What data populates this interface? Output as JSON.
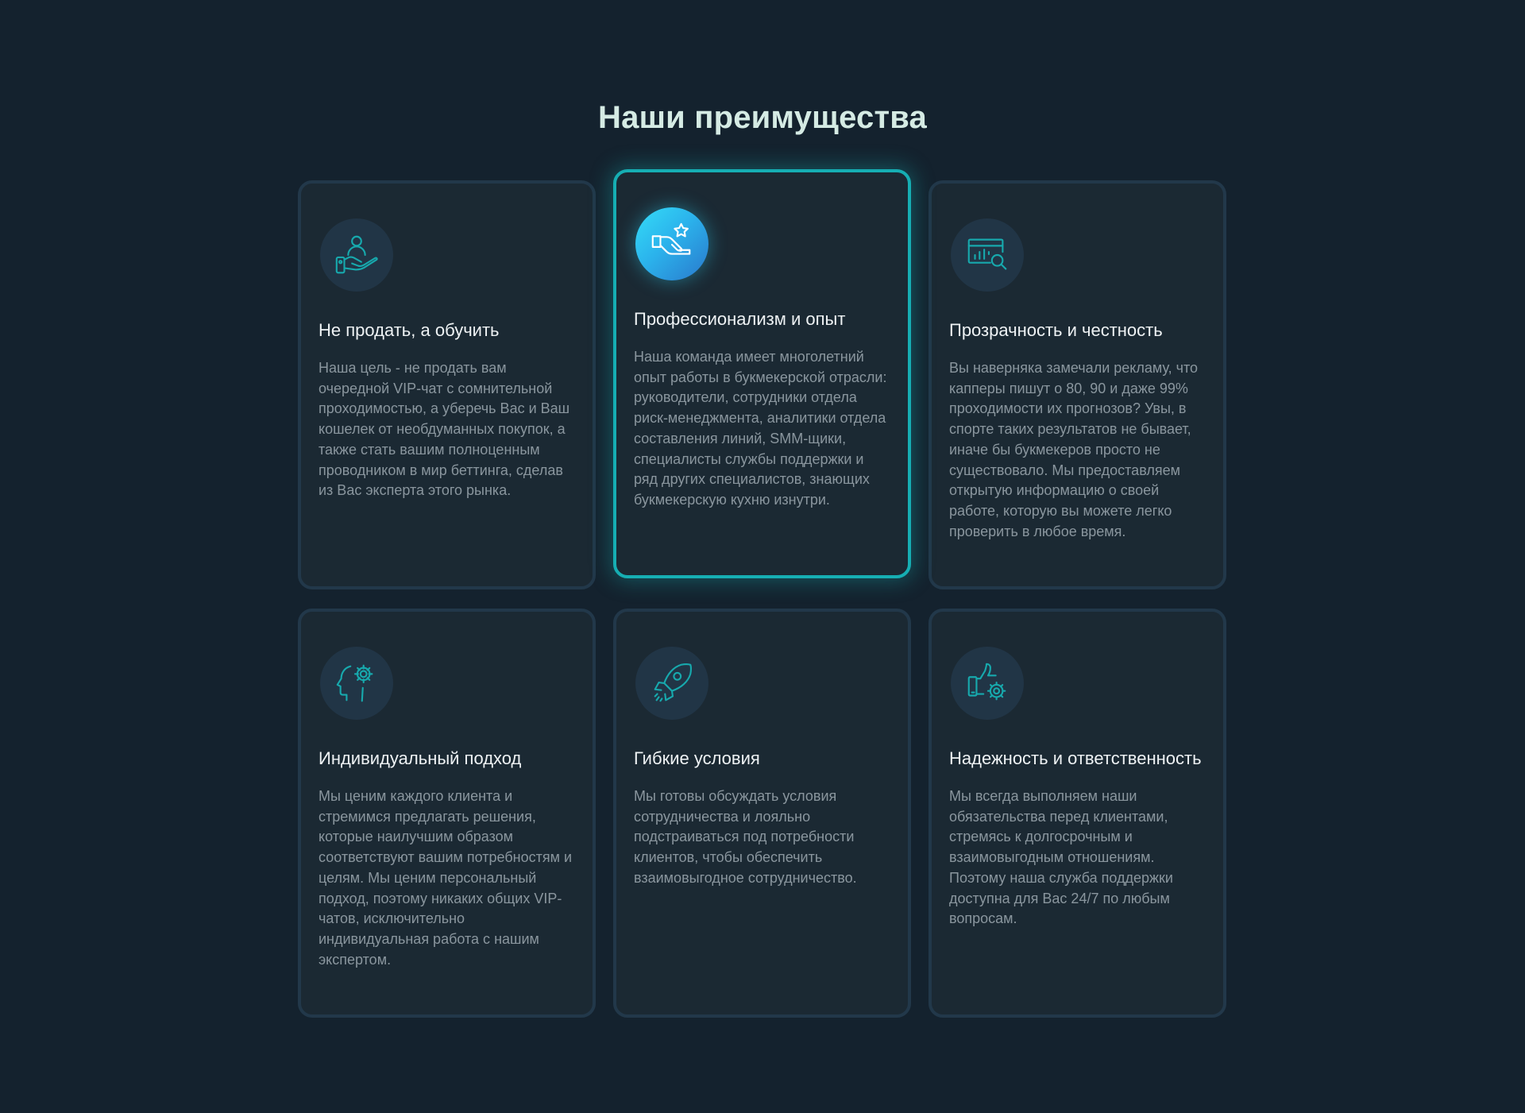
{
  "section": {
    "title": "Наши преимущества"
  },
  "colors": {
    "background": "#14222e",
    "card_fill": "#1b2933",
    "card_border": "#22384a",
    "accent": "#16aeb3",
    "icon_bg": "#213546",
    "icon_stroke": "#17a9ad",
    "active_icon_gradient": [
      "#35ddf7",
      "#2a78cc"
    ],
    "heading": "#d5ebe4",
    "card_title": "#eef2f4",
    "card_text": "#8a969e"
  },
  "cards": [
    {
      "icon": "hand-holding-person-icon",
      "title": "Не продать, а обучить",
      "text": "Наша цель - не продать вам очередной VIP-чат с сомнительной проходимостью, а уберечь Вас и Ваш кошелек от необдуманных покупок, а также стать вашим полноценным проводником в мир беттинга, сделав из Вас эксперта этого рынка.",
      "active": false
    },
    {
      "icon": "hand-star-icon",
      "title": "Профессионализм и опыт",
      "text": "Наша команда имеет многолетний опыт работы в букмекерской отрасли: руководители, сотрудники отдела риск-менеджмента, аналитики отдела составления линий, SMM-щики, специалисты службы поддержки и ряд других специалистов, знающих букмекерскую кухню изнутри.",
      "active": true
    },
    {
      "icon": "chart-magnifier-icon",
      "title": "Прозрачность и честность",
      "text": "Вы наверняка замечали рекламу, что капперы пишут о 80, 90 и даже 99% проходимости их прогнозов? Увы, в спорте таких результатов не бывает, иначе бы букмекеров просто не существовало. Мы предоставляем открытую информацию о своей работе, которую вы можете легко проверить в любое время.",
      "active": false
    },
    {
      "icon": "head-gear-icon",
      "title": "Индивидуальный подход",
      "text": "Мы ценим каждого клиента и стремимся предлагать решения, которые наилучшим образом соответствуют вашим потребностям и целям. Мы ценим персональный подход, поэтому никаких общих VIP-чатов, исключительно индивидуальная работа с нашим экспертом.",
      "active": false
    },
    {
      "icon": "rocket-icon",
      "title": "Гибкие условия",
      "text": "Мы готовы обсуждать условия сотрудничества и лояльно подстраиваться под потребности клиентов, чтобы обеспечить взаимовыгодное сотрудничество.",
      "active": false
    },
    {
      "icon": "thumbs-up-gear-icon",
      "title": "Надежность и ответственность",
      "text": "Мы всегда выполняем наши обязательства перед клиентами, стремясь к долгосрочным и взаимовыгодным отношениям. Поэтому наша служба поддержки доступна для Вас 24/7 по любым вопросам.",
      "active": false
    }
  ]
}
